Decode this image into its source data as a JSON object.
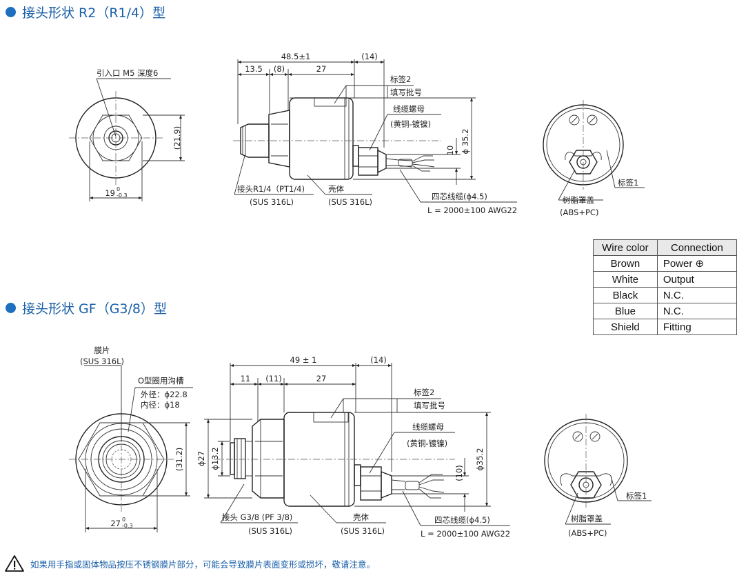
{
  "sections": {
    "r2_title": "接头形状 R2（R1/4）型",
    "gf_title": "接头形状 GF（G3/8）型"
  },
  "r2": {
    "front_label": "引入口 M5 深度6",
    "dim_height": "(21.9)",
    "dim_width_main": "19",
    "tol_upper": "0",
    "tol_lower": "-0.3",
    "dim_total": "48.5±1",
    "dim_tail": "(14)",
    "dim_a": "13.5",
    "dim_b": "(8)",
    "dim_c": "27",
    "label2": "标签2",
    "batch": "填写批号",
    "nut": "线缆螺母",
    "nut_material": "(黄铜-镀镍)",
    "dim_10": "10",
    "dim_dia": "ϕ 35.2",
    "fitting": "接头R1/4（PT1/4)",
    "fitting_material": "(SUS 316L)",
    "body": "壳体",
    "body_material": "(SUS 316L)",
    "cable": "四芯线缆(ϕ4.5)",
    "cable_spec": "L = 2000±100 AWG22",
    "cover": "树脂罩盖",
    "cover_material": "(ABS+PC)",
    "label1": "标签1"
  },
  "wire_table": {
    "headers": [
      "Wire color",
      "Connection"
    ],
    "rows": [
      {
        "color": "Brown",
        "connection": "Power ⊕"
      },
      {
        "color": "White",
        "connection": "Output"
      },
      {
        "color": "Black",
        "connection": "N.C."
      },
      {
        "color": "Blue",
        "connection": "N.C."
      },
      {
        "color": "Shield",
        "connection": "Fitting"
      }
    ]
  },
  "gf": {
    "diaphragm": "膜片",
    "diaphragm_material": "(SUS 316L)",
    "oring": "O型圈用沟槽",
    "outer_dia": "外径：ϕ22.8",
    "inner_dia": "内径：ϕ18",
    "dim_height": "(31.2)",
    "dim_width_main": "27",
    "tol_upper": "0",
    "tol_lower": "-0.3",
    "dim_total": "49 ± 1",
    "dim_tail": "(14)",
    "dim_a": "11",
    "dim_b": "(11)",
    "dim_c": "27",
    "dim_d1": "ϕ27",
    "dim_d2": "ϕ13.2",
    "label2": "标签2",
    "batch": "填写批号",
    "nut": "线缆螺母",
    "nut_material": "(黄铜-镀镍)",
    "dim_10": "(10)",
    "dim_dia": "ϕ35.2",
    "fitting": "接头 G3/8 (PF 3/8)",
    "fitting_material": "(SUS 316L)",
    "body": "壳体",
    "body_material": "(SUS 316L)",
    "cable": "四芯线缆(ϕ4.5)",
    "cable_spec": "L = 2000±100 AWG22",
    "cover": "树脂罩盖",
    "cover_material": "(ABS+PC)",
    "label1": "标签1"
  },
  "warning": "如果用手指或固体物品按压不锈钢膜片部分，可能会导致膜片表面变形或损坏，敬请注意。"
}
